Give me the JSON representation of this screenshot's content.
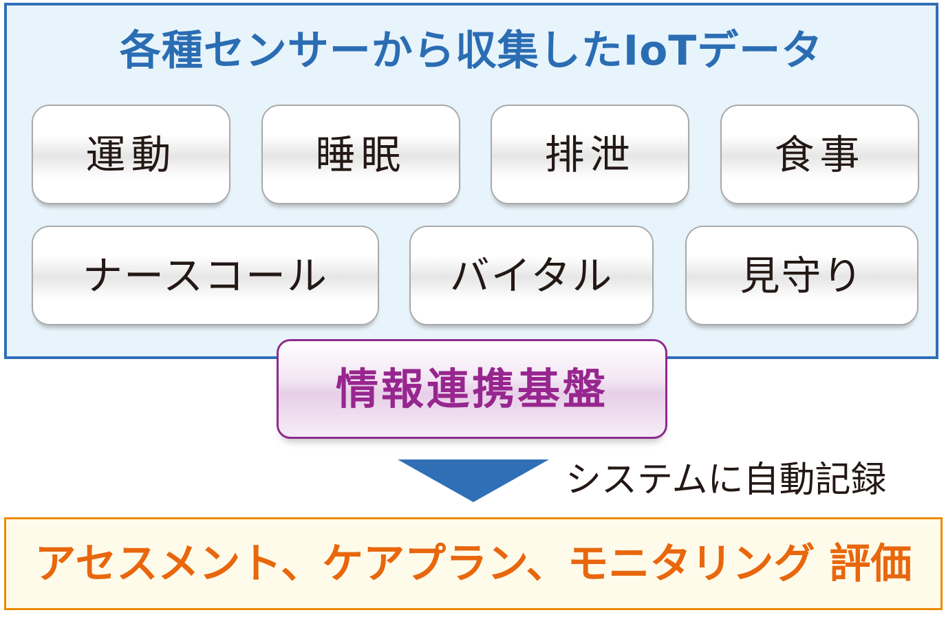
{
  "sensor_panel": {
    "title": "各種センサーから収集したIoTデータ",
    "items": [
      "運動",
      "睡眠",
      "排泄",
      "食事",
      "ナースコール",
      "バイタル",
      "見守り"
    ]
  },
  "platform": {
    "label": "情報連携基盤"
  },
  "flow": {
    "caption": "システムに自動記録"
  },
  "evaluation": {
    "label": "アセスメント、ケアプラン、モニタリング 評価"
  },
  "colors": {
    "panel_border": "#2f6fb6",
    "panel_fill": "#e8f4fb",
    "title": "#2b6db3",
    "platform_text": "#97268f",
    "platform_border": "#8e2a8f",
    "arrow": "#2f6fb6",
    "eval_text": "#e8670d",
    "eval_border": "#ed8a00"
  }
}
